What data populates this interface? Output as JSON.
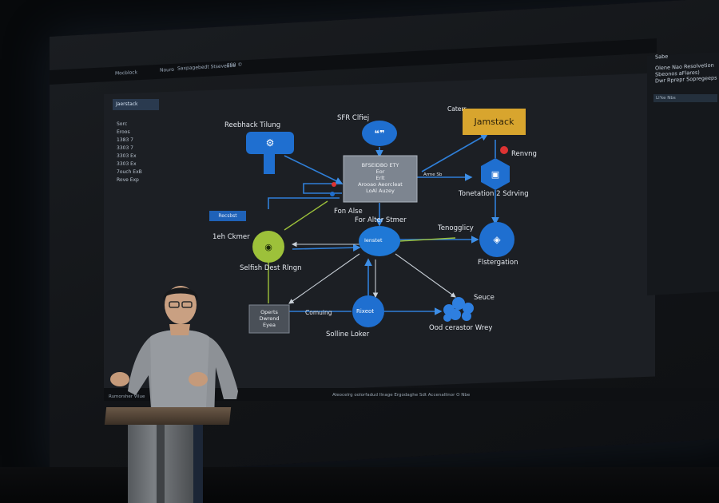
{
  "window": {
    "title_left": "Mocblock",
    "title_mid": "Nouro",
    "title_tab": "Saxpagebedt Stsevebbe",
    "title_right": "290 ©"
  },
  "sidebar": {
    "header": "Jaerstack",
    "items": [
      "Sorc",
      "Eroos",
      "1383 7",
      "3303 7",
      "3303 Ex",
      "3303 Ex",
      "7ouch ExB",
      "Rove Exp"
    ]
  },
  "right_panel": {
    "line1": "Olene Nao Resolvetion",
    "line2": "Sbeonos aFlares)",
    "line3": "Dwr Rprepr Sopregeeps",
    "tab": "Ll'ke Nbs",
    "title": "Sabe"
  },
  "diagram": {
    "label_feedback": "Reebhack Tilung",
    "label_sfr": "SFR Clfiej",
    "label_center_head": "BFSEIDBO ETY",
    "label_center_l1": "Eor",
    "label_center_l2": "Erlt",
    "label_center_l3": "Arooao Aeorcleat",
    "label_center_l4": "LoAl Auzey",
    "label_caterr": "Caterr",
    "label_jamstack": "Jamstack",
    "label_renvng": "Renvng",
    "label_tonetation": "Tonetation 2 Sdrving",
    "label_tag_top": "Arme Sb",
    "label_fon_alse": "Fon Alse",
    "label_for_alter": "For Alter Stmer",
    "label_tenog": "Tenogglicy",
    "label_recsbst": "Recsbst",
    "label_first_ckmet": "1eh Ckmer",
    "label_selfish": "Selfish Dest Rlngn",
    "label_lenstet": "Ienstet",
    "label_flstergation": "Flstergation",
    "label_operts_l1": "Operts",
    "label_operts_l2": "Dwrend",
    "label_operts_l3": "Eyea",
    "label_comuing": "Comuing",
    "label_rixeot": "Rixeot",
    "label_seuce": "Seuce",
    "label_solline": "Solline Loker",
    "label_ood": "Ood cerastor Wrey"
  },
  "statusbar": {
    "left": "Rumorsher Vilue",
    "center": "Aleocelrg oolorfadud Ilnage  Ergodaghe  Sdt  Accenallinor O Nbe"
  },
  "colors": {
    "blue_node": "#1f6fd0",
    "green_node": "#9dc13a",
    "jamstack_box": "#d8a52e",
    "center_box": "#7d8590",
    "screen": "#1c1f24"
  },
  "icons": [
    "chat-bubble-icon",
    "settings-cog-icon",
    "eye-icon",
    "camera-icon",
    "speech-bubble-icon",
    "box-icon",
    "cloud-cluster-icon"
  ]
}
